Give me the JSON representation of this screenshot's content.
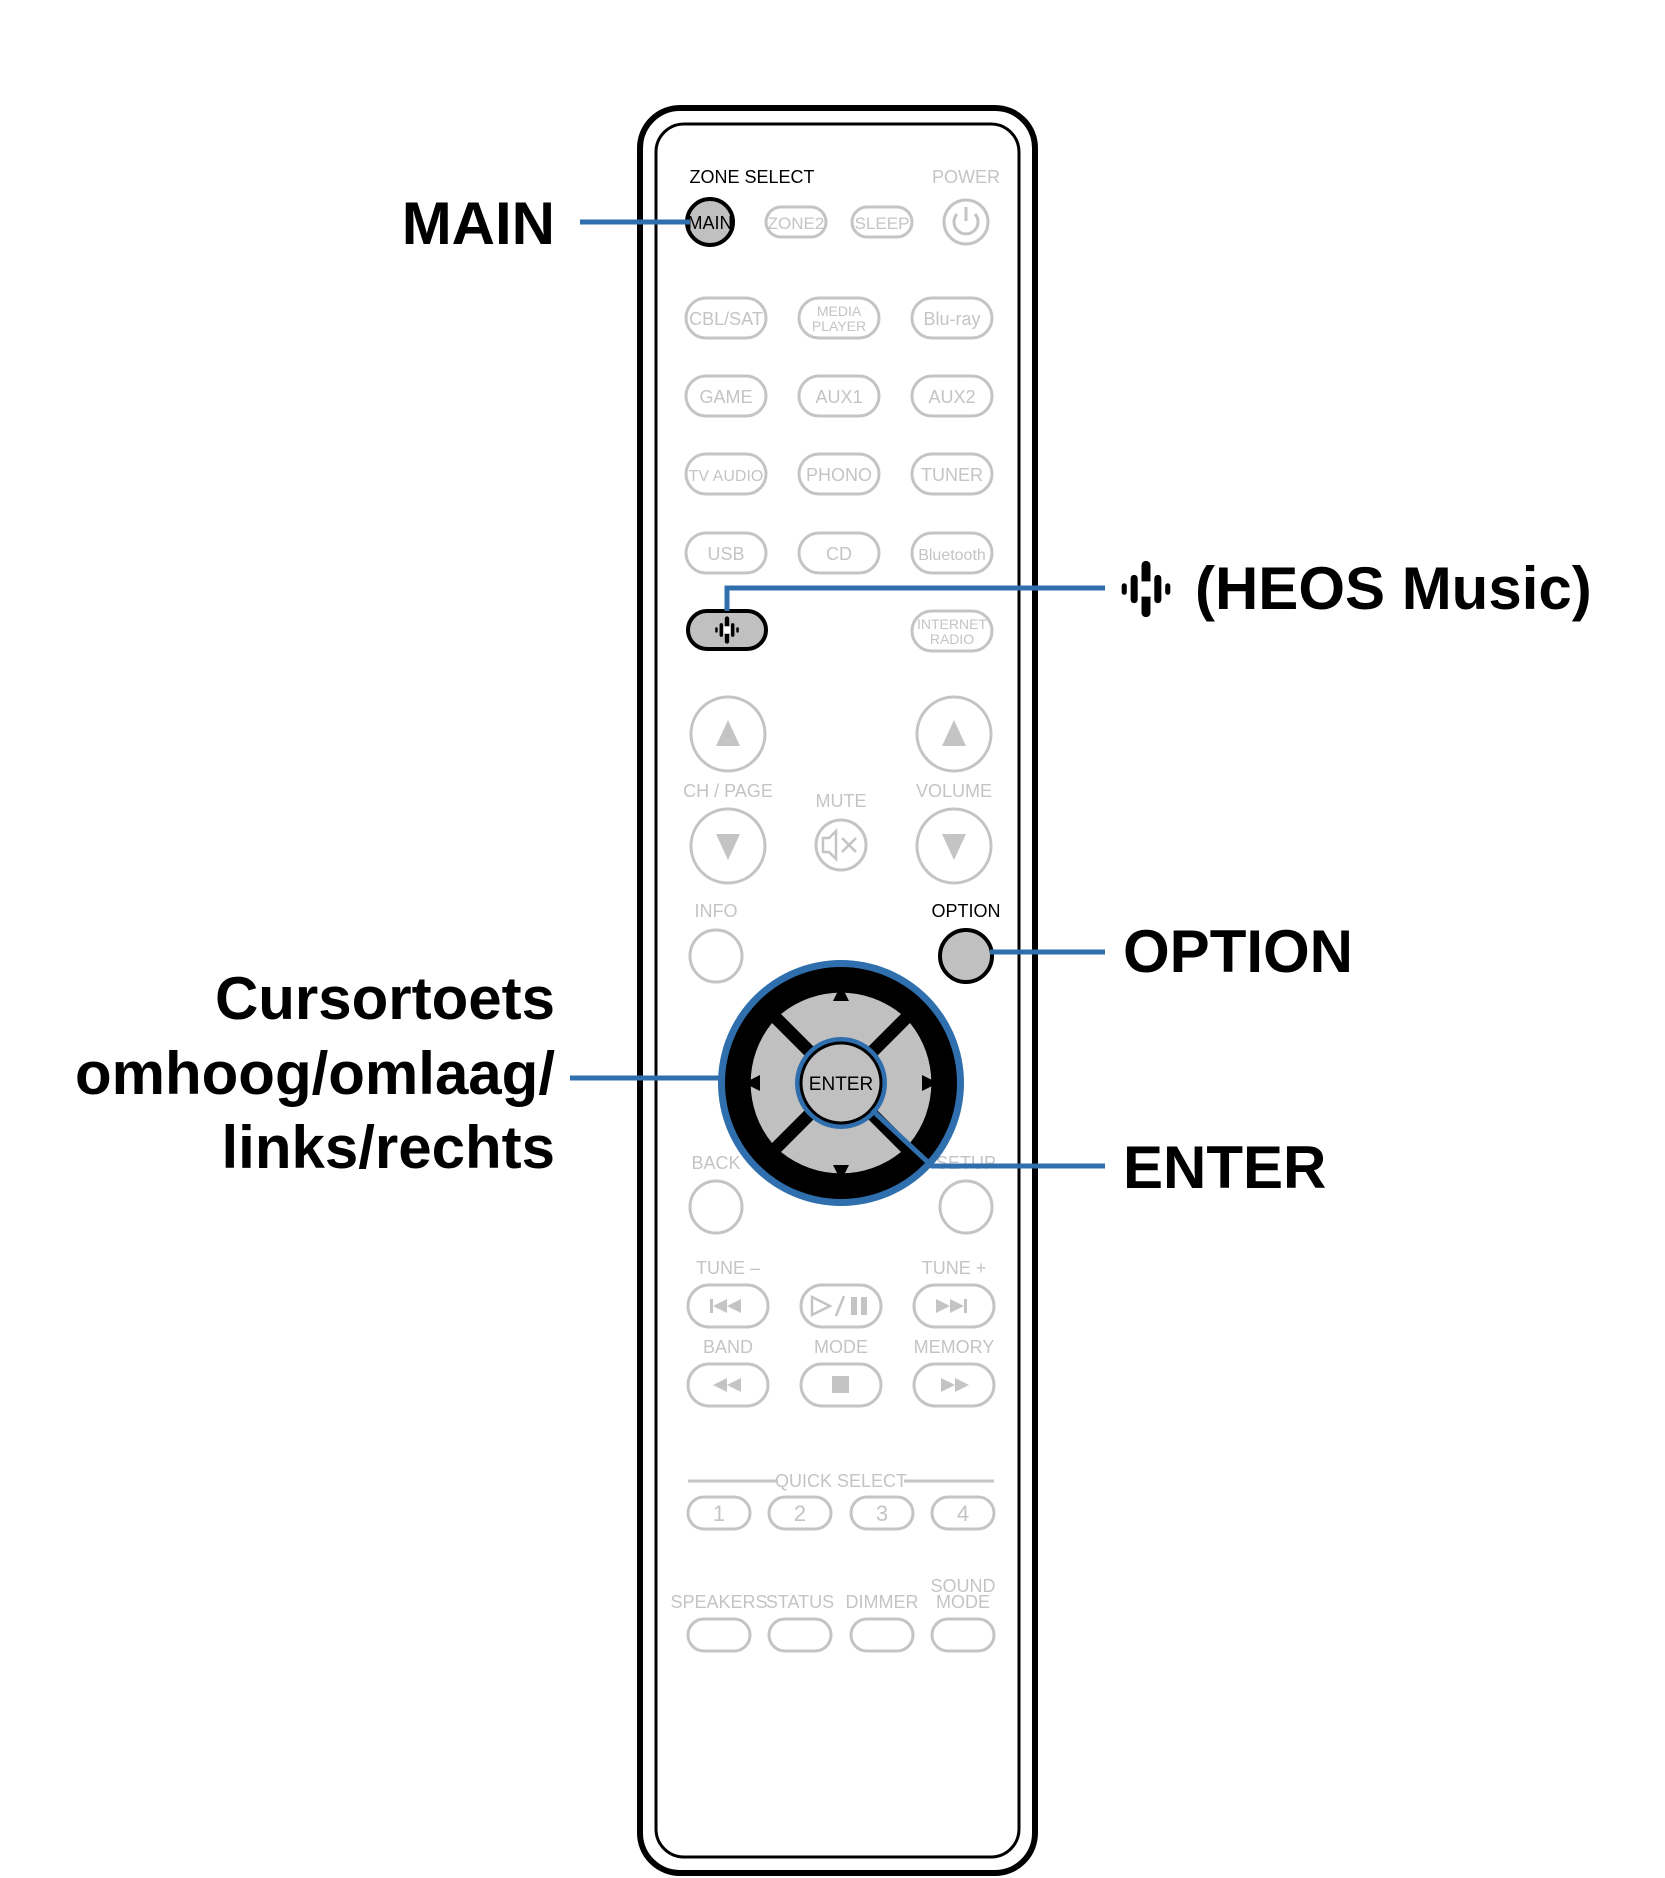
{
  "callouts": {
    "main": "MAIN",
    "heos": "(HEOS Music)",
    "option": "OPTION",
    "enter": "ENTER",
    "cursor_line1": "Cursortoets",
    "cursor_line2": "omhoog/omlaag/",
    "cursor_line3": "links/rechts"
  },
  "remote": {
    "zone_select": "ZONE SELECT",
    "power": "POWER",
    "main": "MAIN",
    "zone2": "ZONE2",
    "sleep": "SLEEP",
    "cbl_sat": "CBL/SAT",
    "media_player_1": "MEDIA",
    "media_player_2": "PLAYER",
    "bluray": "Blu-ray",
    "game": "GAME",
    "aux1": "AUX1",
    "aux2": "AUX2",
    "tv_audio": "TV AUDIO",
    "phono": "PHONO",
    "tuner": "TUNER",
    "usb": "USB",
    "cd": "CD",
    "bluetooth": "Bluetooth",
    "internet_radio_1": "INTERNET",
    "internet_radio_2": "RADIO",
    "ch_page": "CH / PAGE",
    "mute": "MUTE",
    "volume": "VOLUME",
    "info": "INFO",
    "option": "OPTION",
    "enter": "ENTER",
    "back": "BACK",
    "setup": "SETUP",
    "tune_minus": "TUNE –",
    "tune_plus": "TUNE +",
    "band": "BAND",
    "mode": "MODE",
    "memory": "MEMORY",
    "quick_select": "QUICK SELECT",
    "qs1": "1",
    "qs2": "2",
    "qs3": "3",
    "qs4": "4",
    "speakers": "SPEAKERS",
    "status": "STATUS",
    "dimmer": "DIMMER",
    "sound_mode_1": "SOUND",
    "sound_mode_2": "MODE"
  },
  "colors": {
    "callout_line": "#2f6fad",
    "highlight_fill": "#c0c0c0",
    "dim_gray": "#c4c4c4"
  }
}
